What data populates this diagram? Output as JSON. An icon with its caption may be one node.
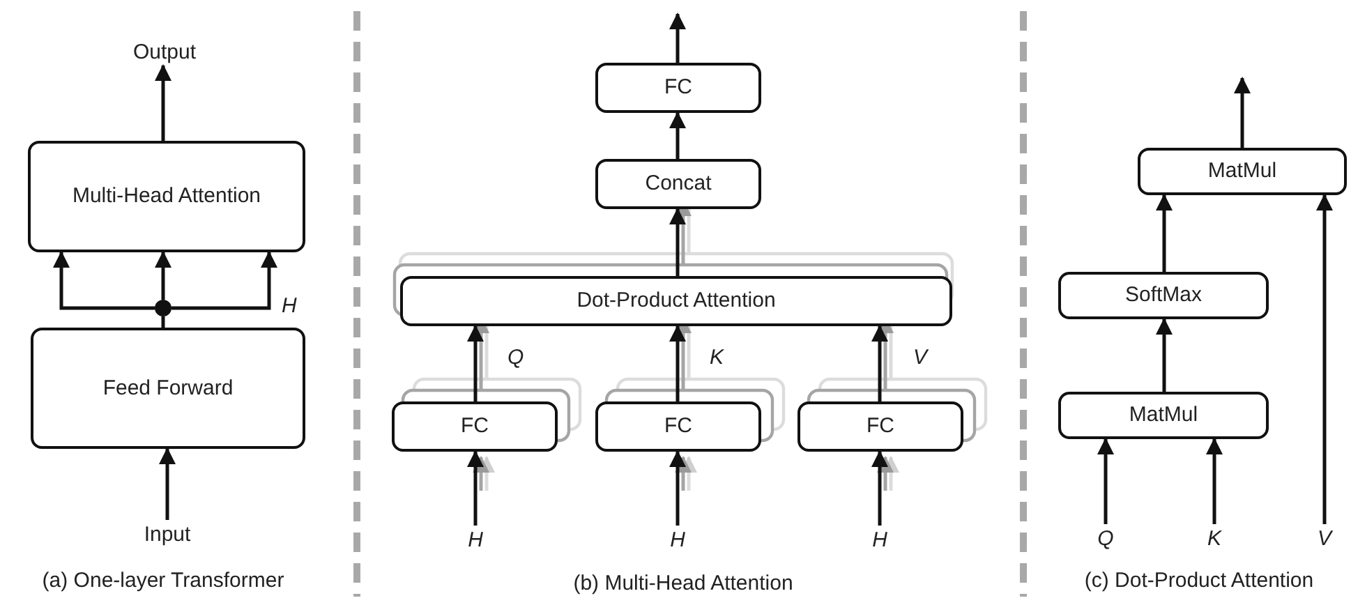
{
  "diagram": {
    "nodes": [
      {
        "text": [
          "Output"
        ]
      },
      {
        "text": [
          "Multi-Head Attention"
        ]
      },
      {
        "text": [],
        "shape": "circle"
      },
      {
        "text": [
          "Feed Forward"
        ]
      },
      {
        "text": [
          "Input"
        ]
      },
      {
        "text": [
          "FC"
        ]
      },
      {
        "text": [
          "Concat"
        ]
      },
      {
        "text": [
          "Dot-Product Attention"
        ]
      },
      {
        "text": [
          "FC"
        ]
      },
      {
        "text": [
          "FC"
        ]
      },
      {
        "text": [
          "FC"
        ]
      },
      {
        "text": [
          "H"
        ]
      },
      {
        "text": [
          "H"
        ]
      },
      {
        "text": [
          "H"
        ]
      },
      {
        "text": [
          "MatMul"
        ]
      },
      {
        "text": [
          "SoftMax"
        ]
      },
      {
        "text": [
          "MatMul"
        ]
      },
      {
        "text": [
          "Q"
        ]
      },
      {
        "text": [
          "K"
        ]
      },
      {
        "text": [
          "V"
        ]
      }
    ],
    "edges": [
      {
        "from": 4,
        "to": 3,
        "arrow": "to"
      },
      {
        "from": 3,
        "to": 2,
        "arrow": "none"
      },
      {
        "from": 2,
        "to": 1,
        "arrow": "to"
      },
      {
        "from": 2,
        "to": 1,
        "arrow": "to"
      },
      {
        "from": 2,
        "to": 1,
        "arrow": "to",
        "label": "H"
      },
      {
        "from": 1,
        "to": 0,
        "arrow": "to"
      },
      {
        "from": 11,
        "to": 8,
        "arrow": "to"
      },
      {
        "from": 12,
        "to": 9,
        "arrow": "to"
      },
      {
        "from": 13,
        "to": 10,
        "arrow": "to"
      },
      {
        "from": 8,
        "to": 7,
        "arrow": "to",
        "label": "Q"
      },
      {
        "from": 9,
        "to": 7,
        "arrow": "to",
        "label": "K"
      },
      {
        "from": 10,
        "to": 7,
        "arrow": "to",
        "label": "V"
      },
      {
        "from": 7,
        "to": 6,
        "arrow": "to"
      },
      {
        "from": 6,
        "to": 5,
        "arrow": "to"
      },
      {
        "from": 5,
        "to": null,
        "arrow": "to"
      },
      {
        "from": 17,
        "to": 16,
        "arrow": "to"
      },
      {
        "from": 18,
        "to": 16,
        "arrow": "to"
      },
      {
        "from": 16,
        "to": 15,
        "arrow": "to"
      },
      {
        "from": 15,
        "to": 14,
        "arrow": "to"
      },
      {
        "from": 19,
        "to": 14,
        "arrow": "to"
      },
      {
        "from": 14,
        "to": null,
        "arrow": "to"
      }
    ],
    "labels": [
      "(a) One-layer Transformer",
      "(b) Multi-Head Attention",
      "(c) Dot-Product Attention"
    ]
  }
}
